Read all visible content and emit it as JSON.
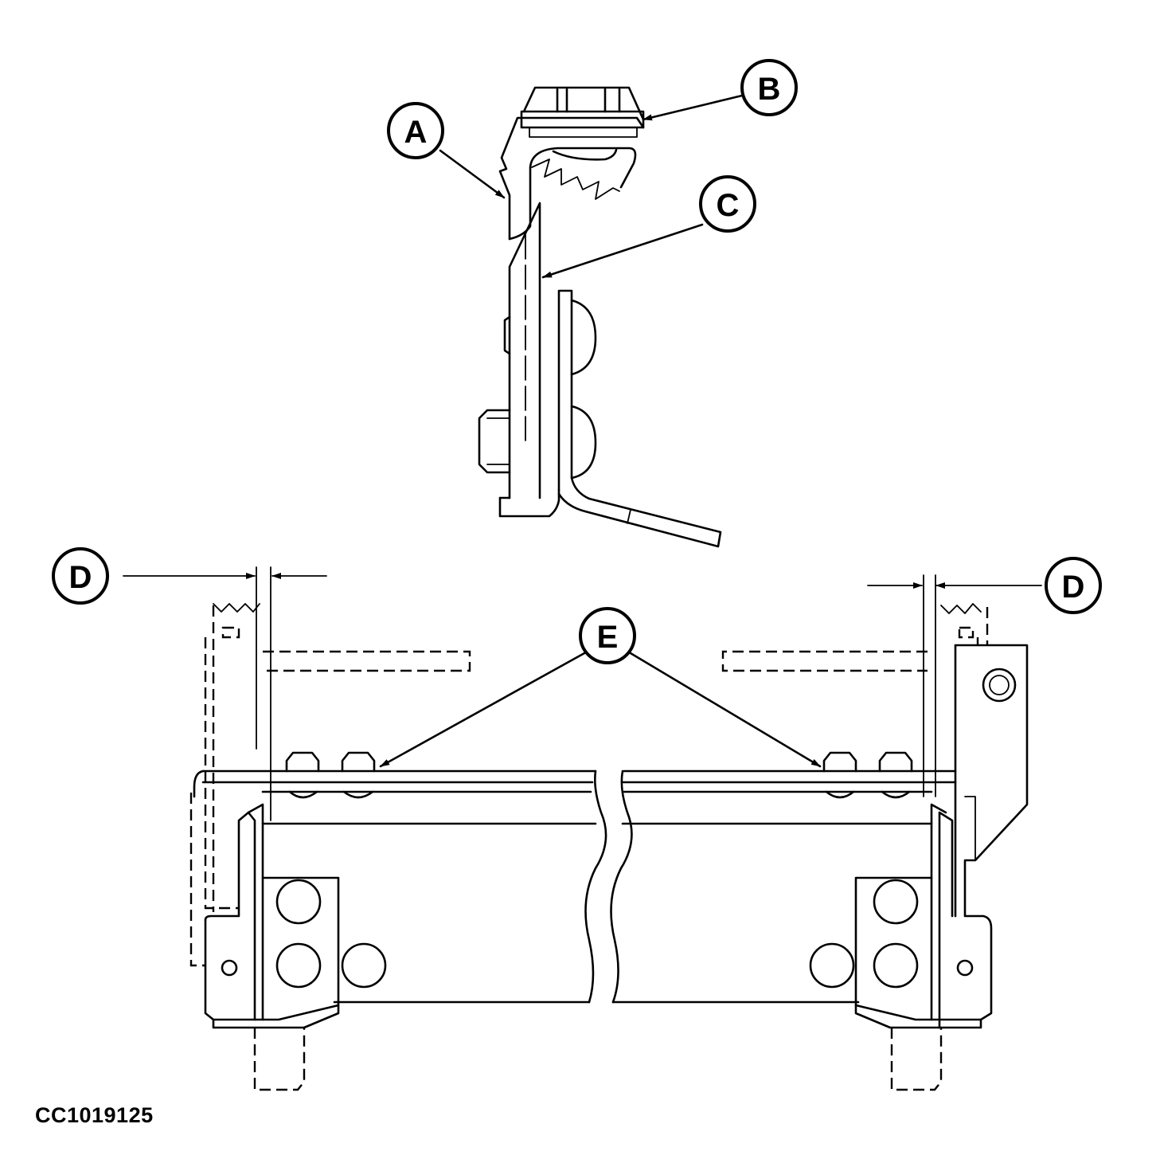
{
  "callouts": {
    "a": "A",
    "b": "B",
    "c": "C",
    "d_left": "D",
    "d_right": "D",
    "e": "E"
  },
  "figure_id": "CC1019125",
  "colors": {
    "line": "#000000",
    "background": "#ffffff"
  }
}
